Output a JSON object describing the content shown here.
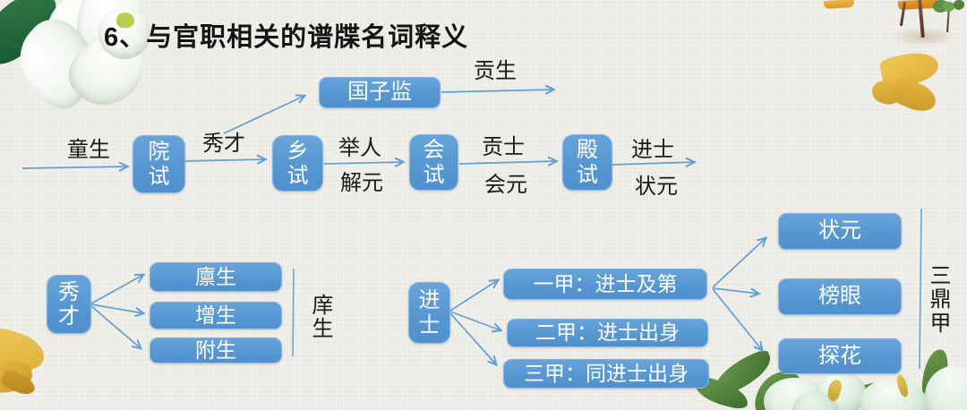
{
  "title": "6、与官职相关的谱牒名词释义",
  "palette": {
    "box_blue": "#5b9bd5",
    "arrow_blue": "#5b9bd5",
    "label_dark": "#1a1a1a",
    "box_text": "#ffffff",
    "background": "#f1f0ea"
  },
  "exam_flow": {
    "start_label": "童生",
    "stage1_box": "院试",
    "stage1_result": "秀才",
    "guozijian_box": "国子监",
    "guozijian_result": "贡生",
    "stage2_box": "乡试",
    "stage2_result_top": "举人",
    "stage2_result_bottom": "解元",
    "stage3_box": "会试",
    "stage3_result_top": "贡士",
    "stage3_result_bottom": "会元",
    "stage4_box": "殿试",
    "stage4_result_top": "进士",
    "stage4_result_bottom": "状元"
  },
  "xiucai_group": {
    "root_box": "秀才",
    "items": [
      "廪生",
      "增生",
      "附生"
    ],
    "bracket_label": "庠生"
  },
  "jinshi_group": {
    "root_box": "进士",
    "items": [
      "一甲：进士及第",
      "二甲：进士出身",
      "三甲：同进士出身"
    ]
  },
  "sandingjia_group": {
    "items": [
      "状元",
      "榜眼",
      "探花"
    ],
    "bracket_label": "三鼎甲"
  },
  "decorations": {
    "top_left": "white-lily-flower",
    "top_right_corner": "miniature-tree-scene",
    "top_right": "yellow-butterfly",
    "bottom_left": "yellow-butterfly",
    "bottom_right": "mint-flower-bouquet"
  }
}
